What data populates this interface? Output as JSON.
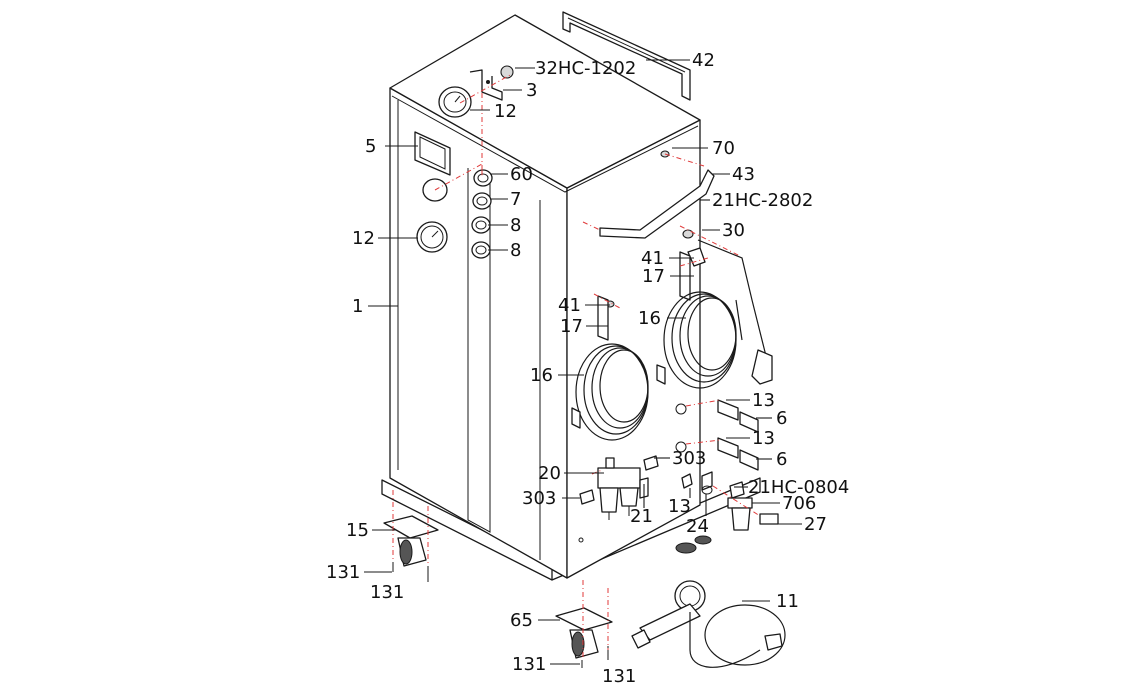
{
  "diagram": {
    "callouts": [
      {
        "id": "c-32hc1202",
        "text": "32HC-1202"
      },
      {
        "id": "c-42",
        "text": "42"
      },
      {
        "id": "c-3",
        "text": "3"
      },
      {
        "id": "c-12-top",
        "text": "12"
      },
      {
        "id": "c-5",
        "text": "5"
      },
      {
        "id": "c-70",
        "text": "70"
      },
      {
        "id": "c-43",
        "text": "43"
      },
      {
        "id": "c-60",
        "text": "60"
      },
      {
        "id": "c-7",
        "text": "7"
      },
      {
        "id": "c-21hc2802",
        "text": "21HC-2802"
      },
      {
        "id": "c-8a",
        "text": "8"
      },
      {
        "id": "c-30",
        "text": "30"
      },
      {
        "id": "c-12-left",
        "text": "12"
      },
      {
        "id": "c-8b",
        "text": "8"
      },
      {
        "id": "c-41a",
        "text": "41"
      },
      {
        "id": "c-17a",
        "text": "17"
      },
      {
        "id": "c-1",
        "text": "1"
      },
      {
        "id": "c-41b",
        "text": "41"
      },
      {
        "id": "c-16a",
        "text": "16"
      },
      {
        "id": "c-17b",
        "text": "17"
      },
      {
        "id": "c-16b",
        "text": "16"
      },
      {
        "id": "c-13a",
        "text": "13"
      },
      {
        "id": "c-6a",
        "text": "6"
      },
      {
        "id": "c-13b",
        "text": "13"
      },
      {
        "id": "c-303a",
        "text": "303"
      },
      {
        "id": "c-6b",
        "text": "6"
      },
      {
        "id": "c-20",
        "text": "20"
      },
      {
        "id": "c-21hc0804",
        "text": "21HC-0804"
      },
      {
        "id": "c-303b",
        "text": "303"
      },
      {
        "id": "c-13c",
        "text": "13"
      },
      {
        "id": "c-706",
        "text": "706"
      },
      {
        "id": "c-21",
        "text": "21"
      },
      {
        "id": "c-27",
        "text": "27"
      },
      {
        "id": "c-24",
        "text": "24"
      },
      {
        "id": "c-15",
        "text": "15"
      },
      {
        "id": "c-131a",
        "text": "131"
      },
      {
        "id": "c-131b",
        "text": "131"
      },
      {
        "id": "c-11",
        "text": "11"
      },
      {
        "id": "c-65",
        "text": "65"
      },
      {
        "id": "c-131c",
        "text": "131"
      },
      {
        "id": "c-131d",
        "text": "131"
      }
    ]
  }
}
